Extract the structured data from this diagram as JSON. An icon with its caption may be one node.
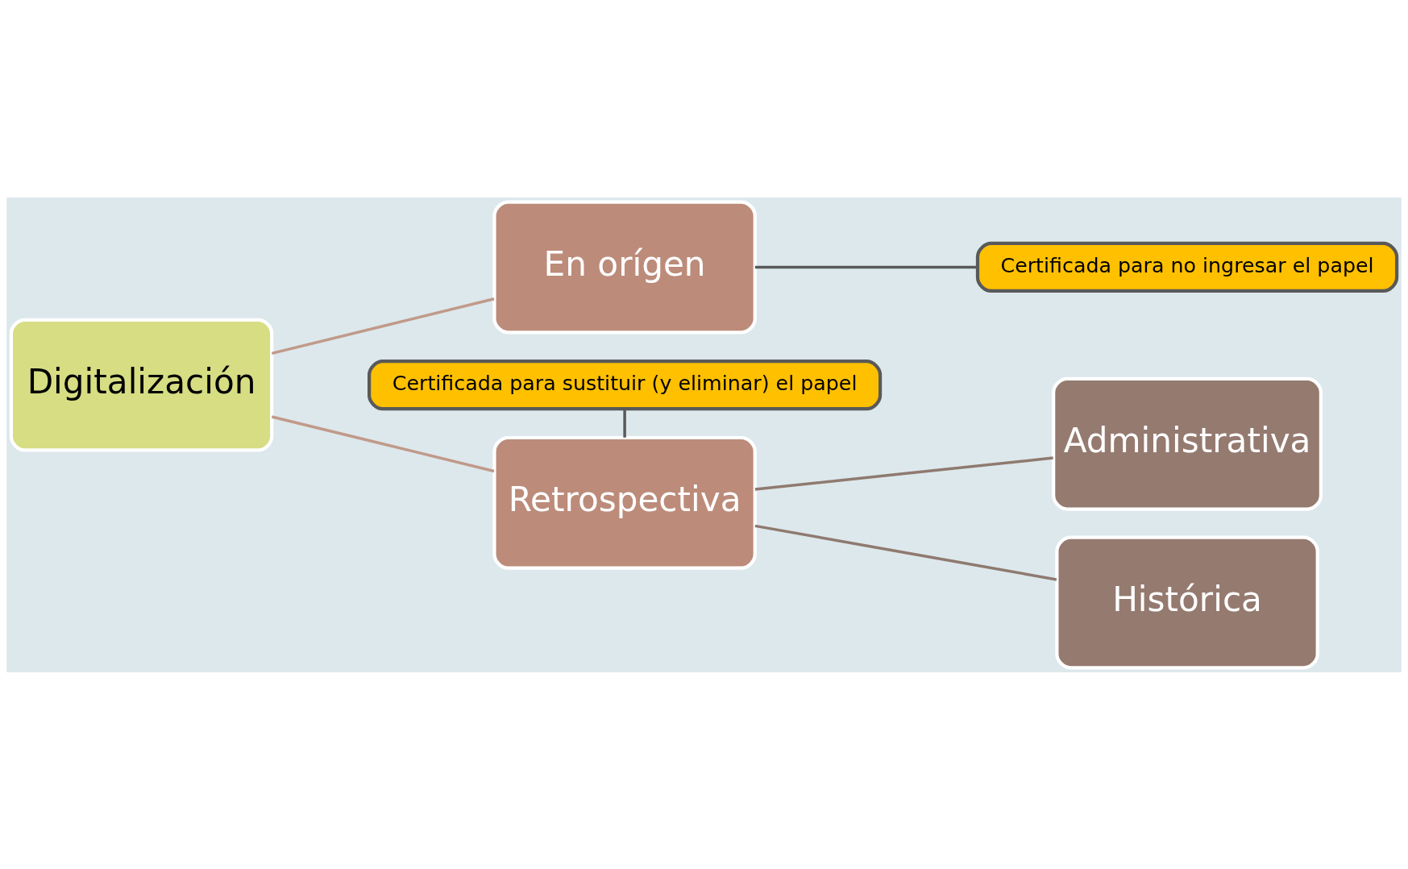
{
  "diagram": {
    "nodes": [
      {
        "text": [
          "Digitalización"
        ]
      },
      {
        "text": [
          "En orígen"
        ]
      },
      {
        "text": [
          "Retrospectiva"
        ]
      },
      {
        "text": [
          "Administrativa"
        ]
      },
      {
        "text": [
          "Histórica"
        ]
      },
      {
        "text": [
          "Certificada para no ingresar el papel"
        ]
      },
      {
        "text": [
          "Certificada para sustituir (y eliminar) el papel"
        ]
      }
    ],
    "edges": [
      {
        "from": 0,
        "to": 1,
        "arrow": "none",
        "color": "#c09a8a"
      },
      {
        "from": 0,
        "to": 2,
        "arrow": "none",
        "color": "#c09a8a"
      },
      {
        "from": 2,
        "to": 3,
        "arrow": "none",
        "color": "#8f7a70"
      },
      {
        "from": 2,
        "to": 4,
        "arrow": "none",
        "color": "#8f7a70"
      },
      {
        "from": 5,
        "to": 1,
        "arrow": "none",
        "color": "#595959"
      },
      {
        "from": 6,
        "to": 2,
        "arrow": "none",
        "color": "#595959"
      }
    ]
  }
}
